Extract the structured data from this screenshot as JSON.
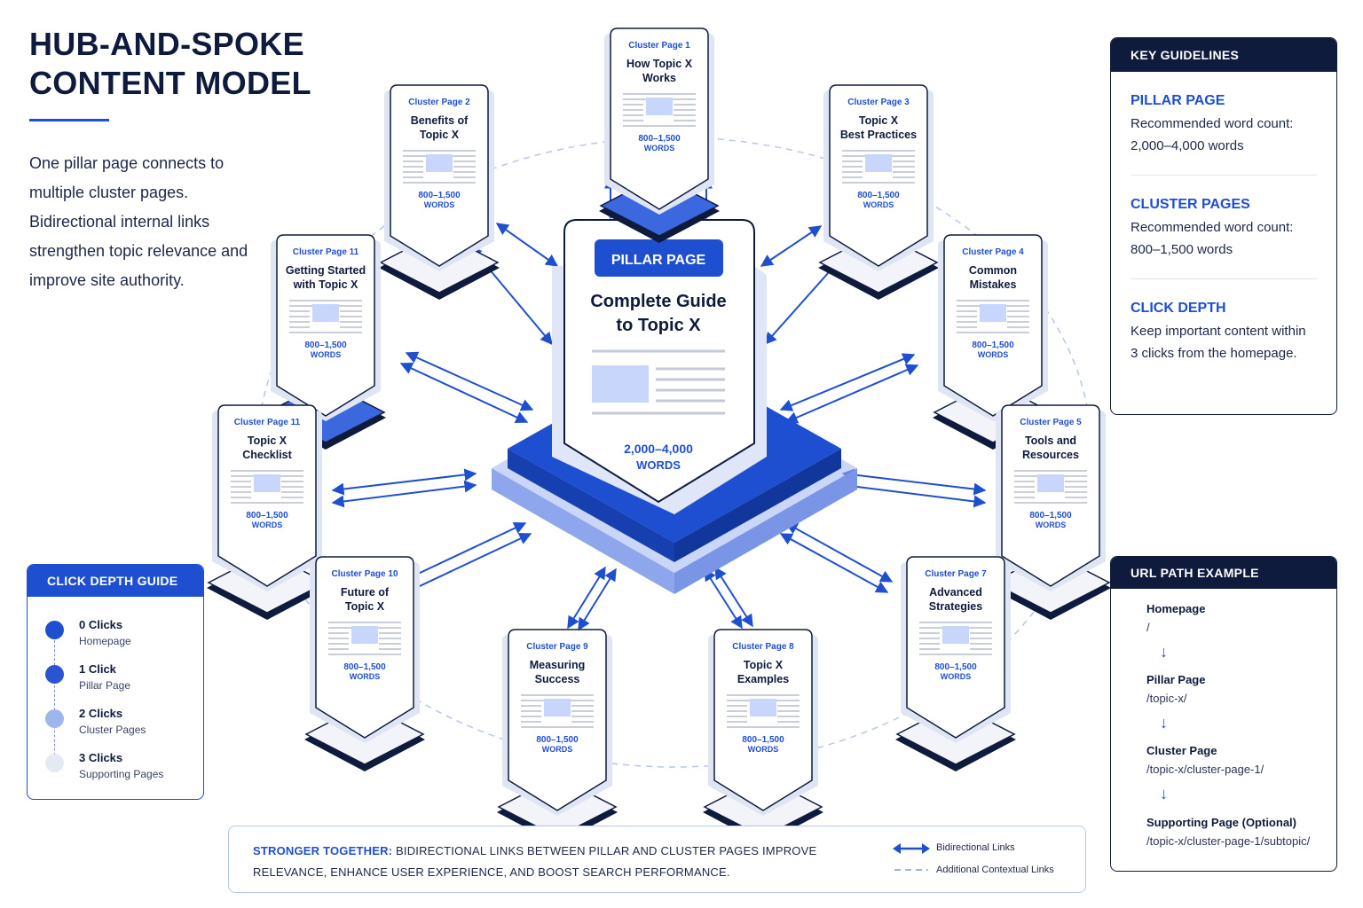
{
  "header": {
    "title_line1": "HUB-AND-SPOKE",
    "title_line2": "CONTENT MODEL",
    "intro": "One pillar page connects to multiple cluster pages. Bidirectional internal links strengthen topic relevance and improve site authority."
  },
  "pillar": {
    "badge": "PILLAR PAGE",
    "title_line1": "Complete Guide",
    "title_line2": "to Topic X",
    "count": "2,000–4,000",
    "unit": "WORDS"
  },
  "clusters": [
    {
      "label": "Cluster Page 1",
      "title1": "How Topic X",
      "title2": "Works",
      "count": "800–1,500",
      "unit": "WORDS"
    },
    {
      "label": "Cluster Page 2",
      "title1": "Benefits of",
      "title2": "Topic X",
      "count": "800–1,500",
      "unit": "WORDS"
    },
    {
      "label": "Cluster Page 3",
      "title1": "Topic X",
      "title2": "Best Practices",
      "count": "800–1,500",
      "unit": "WORDS"
    },
    {
      "label": "Cluster Page 11",
      "title1": "Getting Started",
      "title2": "with Topic X",
      "count": "800–1,500",
      "unit": "WORDS"
    },
    {
      "label": "Cluster Page 4",
      "title1": "Common",
      "title2": "Mistakes",
      "count": "800–1,500",
      "unit": "WORDS"
    },
    {
      "label": "Cluster Page 11",
      "title1": "Topic X",
      "title2": "Checklist",
      "count": "800–1,500",
      "unit": "WORDS"
    },
    {
      "label": "Cluster Page 5",
      "title1": "Tools and",
      "title2": "Resources",
      "count": "800–1,500",
      "unit": "WORDS"
    },
    {
      "label": "Cluster Page 10",
      "title1": "Future of",
      "title2": "Topic X",
      "count": "800–1,500",
      "unit": "WORDS"
    },
    {
      "label": "Cluster Page 7",
      "title1": "Advanced",
      "title2": "Strategies",
      "count": "800–1,500",
      "unit": "WORDS"
    },
    {
      "label": "Cluster Page 9",
      "title1": "Measuring",
      "title2": "Success",
      "count": "800–1,500",
      "unit": "WORDS"
    },
    {
      "label": "Cluster Page 8",
      "title1": "Topic X",
      "title2": "Examples",
      "count": "800–1,500",
      "unit": "WORDS"
    }
  ],
  "key_guidelines": {
    "heading": "KEY GUIDELINES",
    "sections": [
      {
        "title": "PILLAR PAGE",
        "text": "Recommended word count: 2,000–4,000 words"
      },
      {
        "title": "CLUSTER PAGES",
        "text": "Recommended word count: 800–1,500 words"
      },
      {
        "title": "CLICK DEPTH",
        "text": "Keep important content within 3 clicks from the homepage."
      }
    ]
  },
  "click_depth": {
    "heading": "CLICK DEPTH GUIDE",
    "items": [
      {
        "main": "0 Clicks",
        "sub": "Homepage",
        "color": "#1f4fd1"
      },
      {
        "main": "1 Click",
        "sub": "Pillar Page",
        "color": "#2a55cf"
      },
      {
        "main": "2 Clicks",
        "sub": "Cluster Pages",
        "color": "#9fb5ee"
      },
      {
        "main": "3 Clicks",
        "sub": "Supporting Pages",
        "color": "#e5e9f3"
      }
    ]
  },
  "url_example": {
    "heading": "URL PATH EXAMPLE",
    "items": [
      {
        "label": "Homepage",
        "path": "/"
      },
      {
        "label": "Pillar Page",
        "path": "/topic-x/"
      },
      {
        "label": "Cluster Page",
        "path": "/topic-x/cluster-page-1/"
      },
      {
        "label": "Supporting Page (Optional)",
        "path": "/topic-x/cluster-page-1/subtopic/"
      }
    ]
  },
  "footer": {
    "lead": "STRONGER TOGETHER:",
    "text": " BIDIRECTIONAL LINKS BETWEEN PILLAR AND CLUSTER PAGES IMPROVE RELEVANCE, ENHANCE USER EXPERIENCE, AND BOOST SEARCH PERFORMANCE.",
    "legend_bidirectional": "Bidirectional Links",
    "legend_contextual": "Additional Contextual Links"
  },
  "colors": {
    "navy": "#0f1b3d",
    "accent": "#1f4fd1",
    "light_accent": "#c9d6fb",
    "dashed": "#9fb3e6"
  }
}
